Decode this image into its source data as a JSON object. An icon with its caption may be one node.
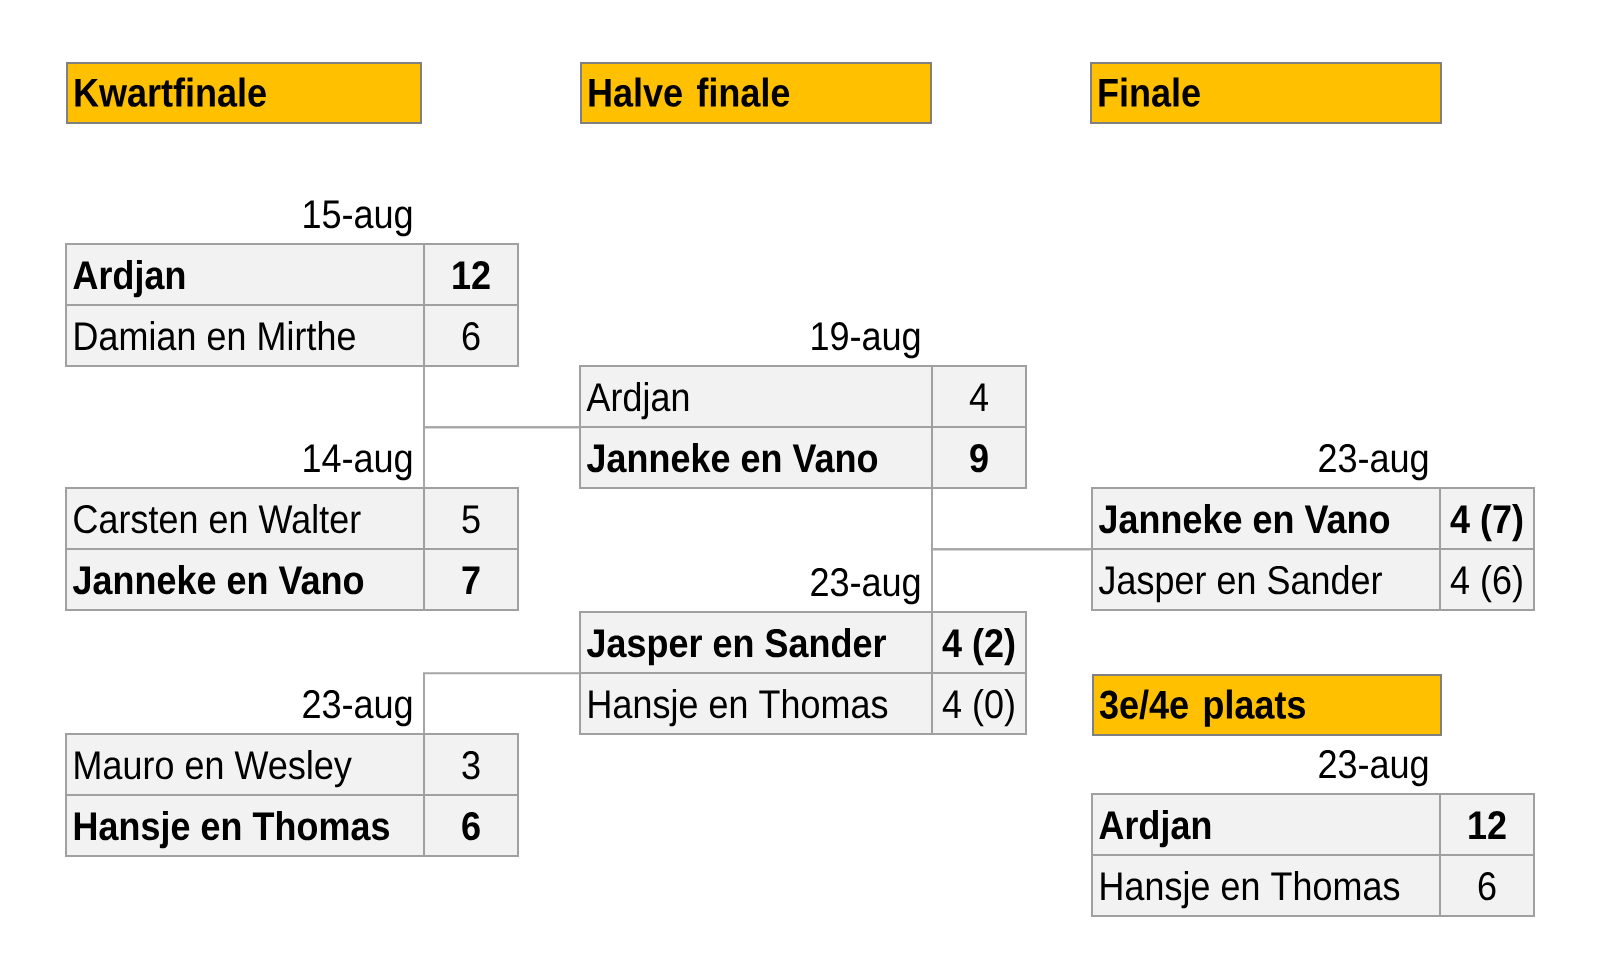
{
  "diagram": {
    "nodes": [
      {
        "text": [
          "Kwartfinale"
        ]
      },
      {
        "text": [
          "Halve finale"
        ]
      },
      {
        "text": [
          "Finale"
        ]
      },
      {
        "text": [
          "Ardjan",
          "12",
          "Damian en Mirthe",
          "6"
        ],
        "beside": [
          "15-aug"
        ]
      },
      {
        "text": [
          "Ardjan",
          "4",
          "Janneke en Vano",
          "9"
        ],
        "beside": [
          "19-aug"
        ]
      },
      {
        "text": [
          "Carsten en Walter",
          "5",
          "Janneke en Vano",
          "7"
        ],
        "beside": [
          "14-aug"
        ]
      },
      {
        "text": [
          "Janneke en Vano",
          "4 (7)",
          "Jasper en Sander",
          "4 (6)"
        ],
        "beside": [
          "23-aug"
        ]
      },
      {
        "text": [
          "Jasper en Sander",
          "4 (2)",
          "Hansje en Thomas",
          "4 (0)"
        ],
        "beside": [
          "23-aug"
        ]
      },
      {
        "text": [
          "3e/4e plaats"
        ]
      },
      {
        "text": [
          "Mauro en Wesley",
          "3",
          "Hansje en Thomas",
          "6"
        ],
        "beside": [
          "23-aug"
        ]
      },
      {
        "text": [
          "Ardjan",
          "12",
          "Hansje en Thomas",
          "6"
        ],
        "beside": [
          "23-aug"
        ]
      }
    ],
    "edges": [
      {
        "from": 3,
        "to": 4,
        "arrow": "none"
      },
      {
        "from": 5,
        "to": 4,
        "arrow": "none"
      },
      {
        "from": 4,
        "to": 6,
        "arrow": "none"
      },
      {
        "from": 7,
        "to": 6,
        "arrow": "none"
      },
      {
        "from": 9,
        "to": 7,
        "arrow": "none"
      }
    ]
  }
}
